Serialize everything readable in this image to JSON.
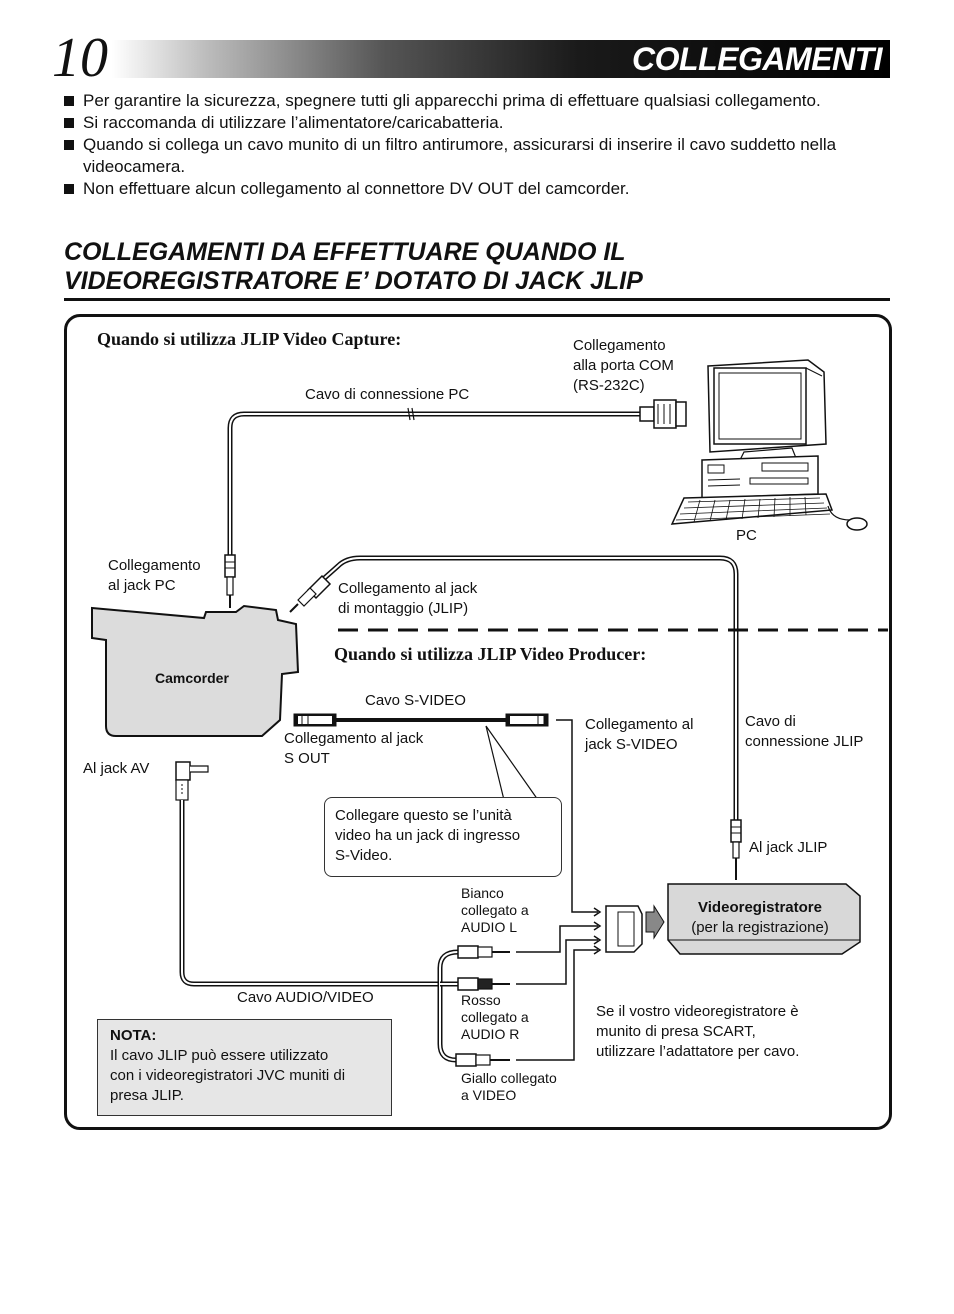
{
  "header": {
    "page_number": "10",
    "title": "COLLEGAMENTI"
  },
  "bullets": [
    "Per garantire la sicurezza, spegnere tutti gli apparecchi prima di effettuare qualsiasi collegamento.",
    "Si raccomanda di utilizzare l’alimentatore/caricabatteria.",
    "Quando si collega un cavo munito di un filtro antirumore, assicurarsi di inserire il cavo suddetto nella videocamera.",
    "Non effettuare alcun collegamento al connettore DV OUT del camcorder."
  ],
  "section": {
    "heading_line1": "COLLEGAMENTI DA EFFETTUARE QUANDO IL",
    "heading_line2": "VIDEOREGISTRATORE E’ DOTATO DI JACK JLIP"
  },
  "diagram": {
    "capture_heading": "Quando si utilizza JLIP Video Capture:",
    "producer_heading": "Quando si utilizza JLIP Video Producer:",
    "com_port_l1": "Collegamento",
    "com_port_l2": "alla porta COM",
    "com_port_l3": "(RS-232C)",
    "pc_cable": "Cavo di connessione PC",
    "pc": "PC",
    "pc_jack_l1": "Collegamento",
    "pc_jack_l2": "al jack PC",
    "edit_jack_l1": "Collegamento al jack",
    "edit_jack_l2": "di montaggio (JLIP)",
    "camcorder": "Camcorder",
    "svideo_cable": "Cavo S-VIDEO",
    "s_out_l1": "Collegamento al jack",
    "s_out_l2": "S OUT",
    "svideo_jack_l1": "Collegamento al",
    "svideo_jack_l2": "jack S-VIDEO",
    "jlip_cable_l1": "Cavo di",
    "jlip_cable_l2": "connessione JLIP",
    "av_jack": "Al jack AV",
    "callout_l1": "Collegare questo se l’unità",
    "callout_l2": "video ha un jack di ingresso",
    "callout_l3": "S-Video.",
    "jlip_jack": "Al jack JLIP",
    "white_l1": "Bianco",
    "white_l2": "collegato a",
    "white_l3": "AUDIO L",
    "vcr_title": "Videoregistratore",
    "vcr_sub": "(per la registrazione)",
    "av_cable": "Cavo AUDIO/VIDEO",
    "red_l1": "Rosso",
    "red_l2": "collegato a",
    "red_l3": "AUDIO R",
    "scart_l1": "Se il vostro videoregistratore è",
    "scart_l2": "munito di presa SCART,",
    "scart_l3": "utilizzare l’adattatore per cavo.",
    "yellow_l1": "Giallo collegato",
    "yellow_l2": "a VIDEO"
  },
  "note": {
    "label": "NOTA:",
    "l1": "Il cavo JLIP può essere utilizzato",
    "l2": "con i videoregistratori JVC muniti di",
    "l3": "presa JLIP."
  }
}
